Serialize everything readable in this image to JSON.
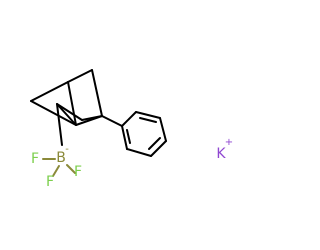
{
  "molecule": {
    "colors": {
      "carbon_bonds": "#000000",
      "boron": "#8b8a3a",
      "fluorine": "#7ccf4d",
      "potassium": "#8f47d1"
    },
    "atoms": {
      "boron": "B",
      "boron_charge": "-",
      "fluorine_left": "F",
      "fluorine_bottom": "F",
      "fluorine_right": "F",
      "potassium": "K",
      "potassium_charge": "+"
    }
  }
}
